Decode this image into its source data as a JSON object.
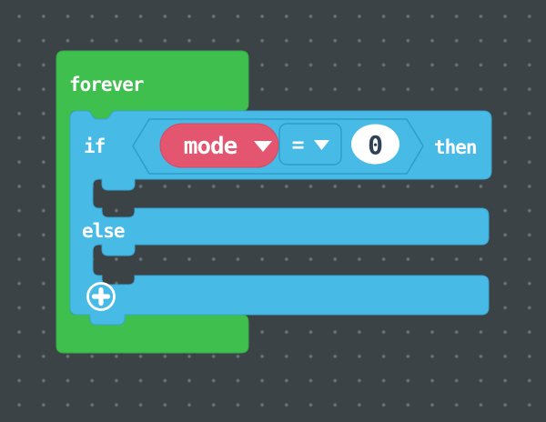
{
  "workspace": {
    "name": "block-editor-canvas",
    "background_color": "#3C4347",
    "dot_color": "#6E777C",
    "blocks": {
      "forever": {
        "label": "forever",
        "color": "#3EBF4E"
      },
      "if_else": {
        "color": "#48BAE6",
        "outline_color": "#2F9EC9",
        "if_label": "if",
        "then_label": "then",
        "else_label": "else",
        "condition": {
          "left_operand": {
            "label": "mode",
            "type": "variable-dropdown",
            "color": "#E4566F"
          },
          "operator": {
            "label": "=",
            "type": "operator-dropdown"
          },
          "right_operand": {
            "value": "0",
            "type": "number-input",
            "text_color": "#2E4257",
            "fill_color": "#FFFFFF"
          }
        },
        "add_branch_icon": "plus-circle-icon"
      }
    }
  }
}
